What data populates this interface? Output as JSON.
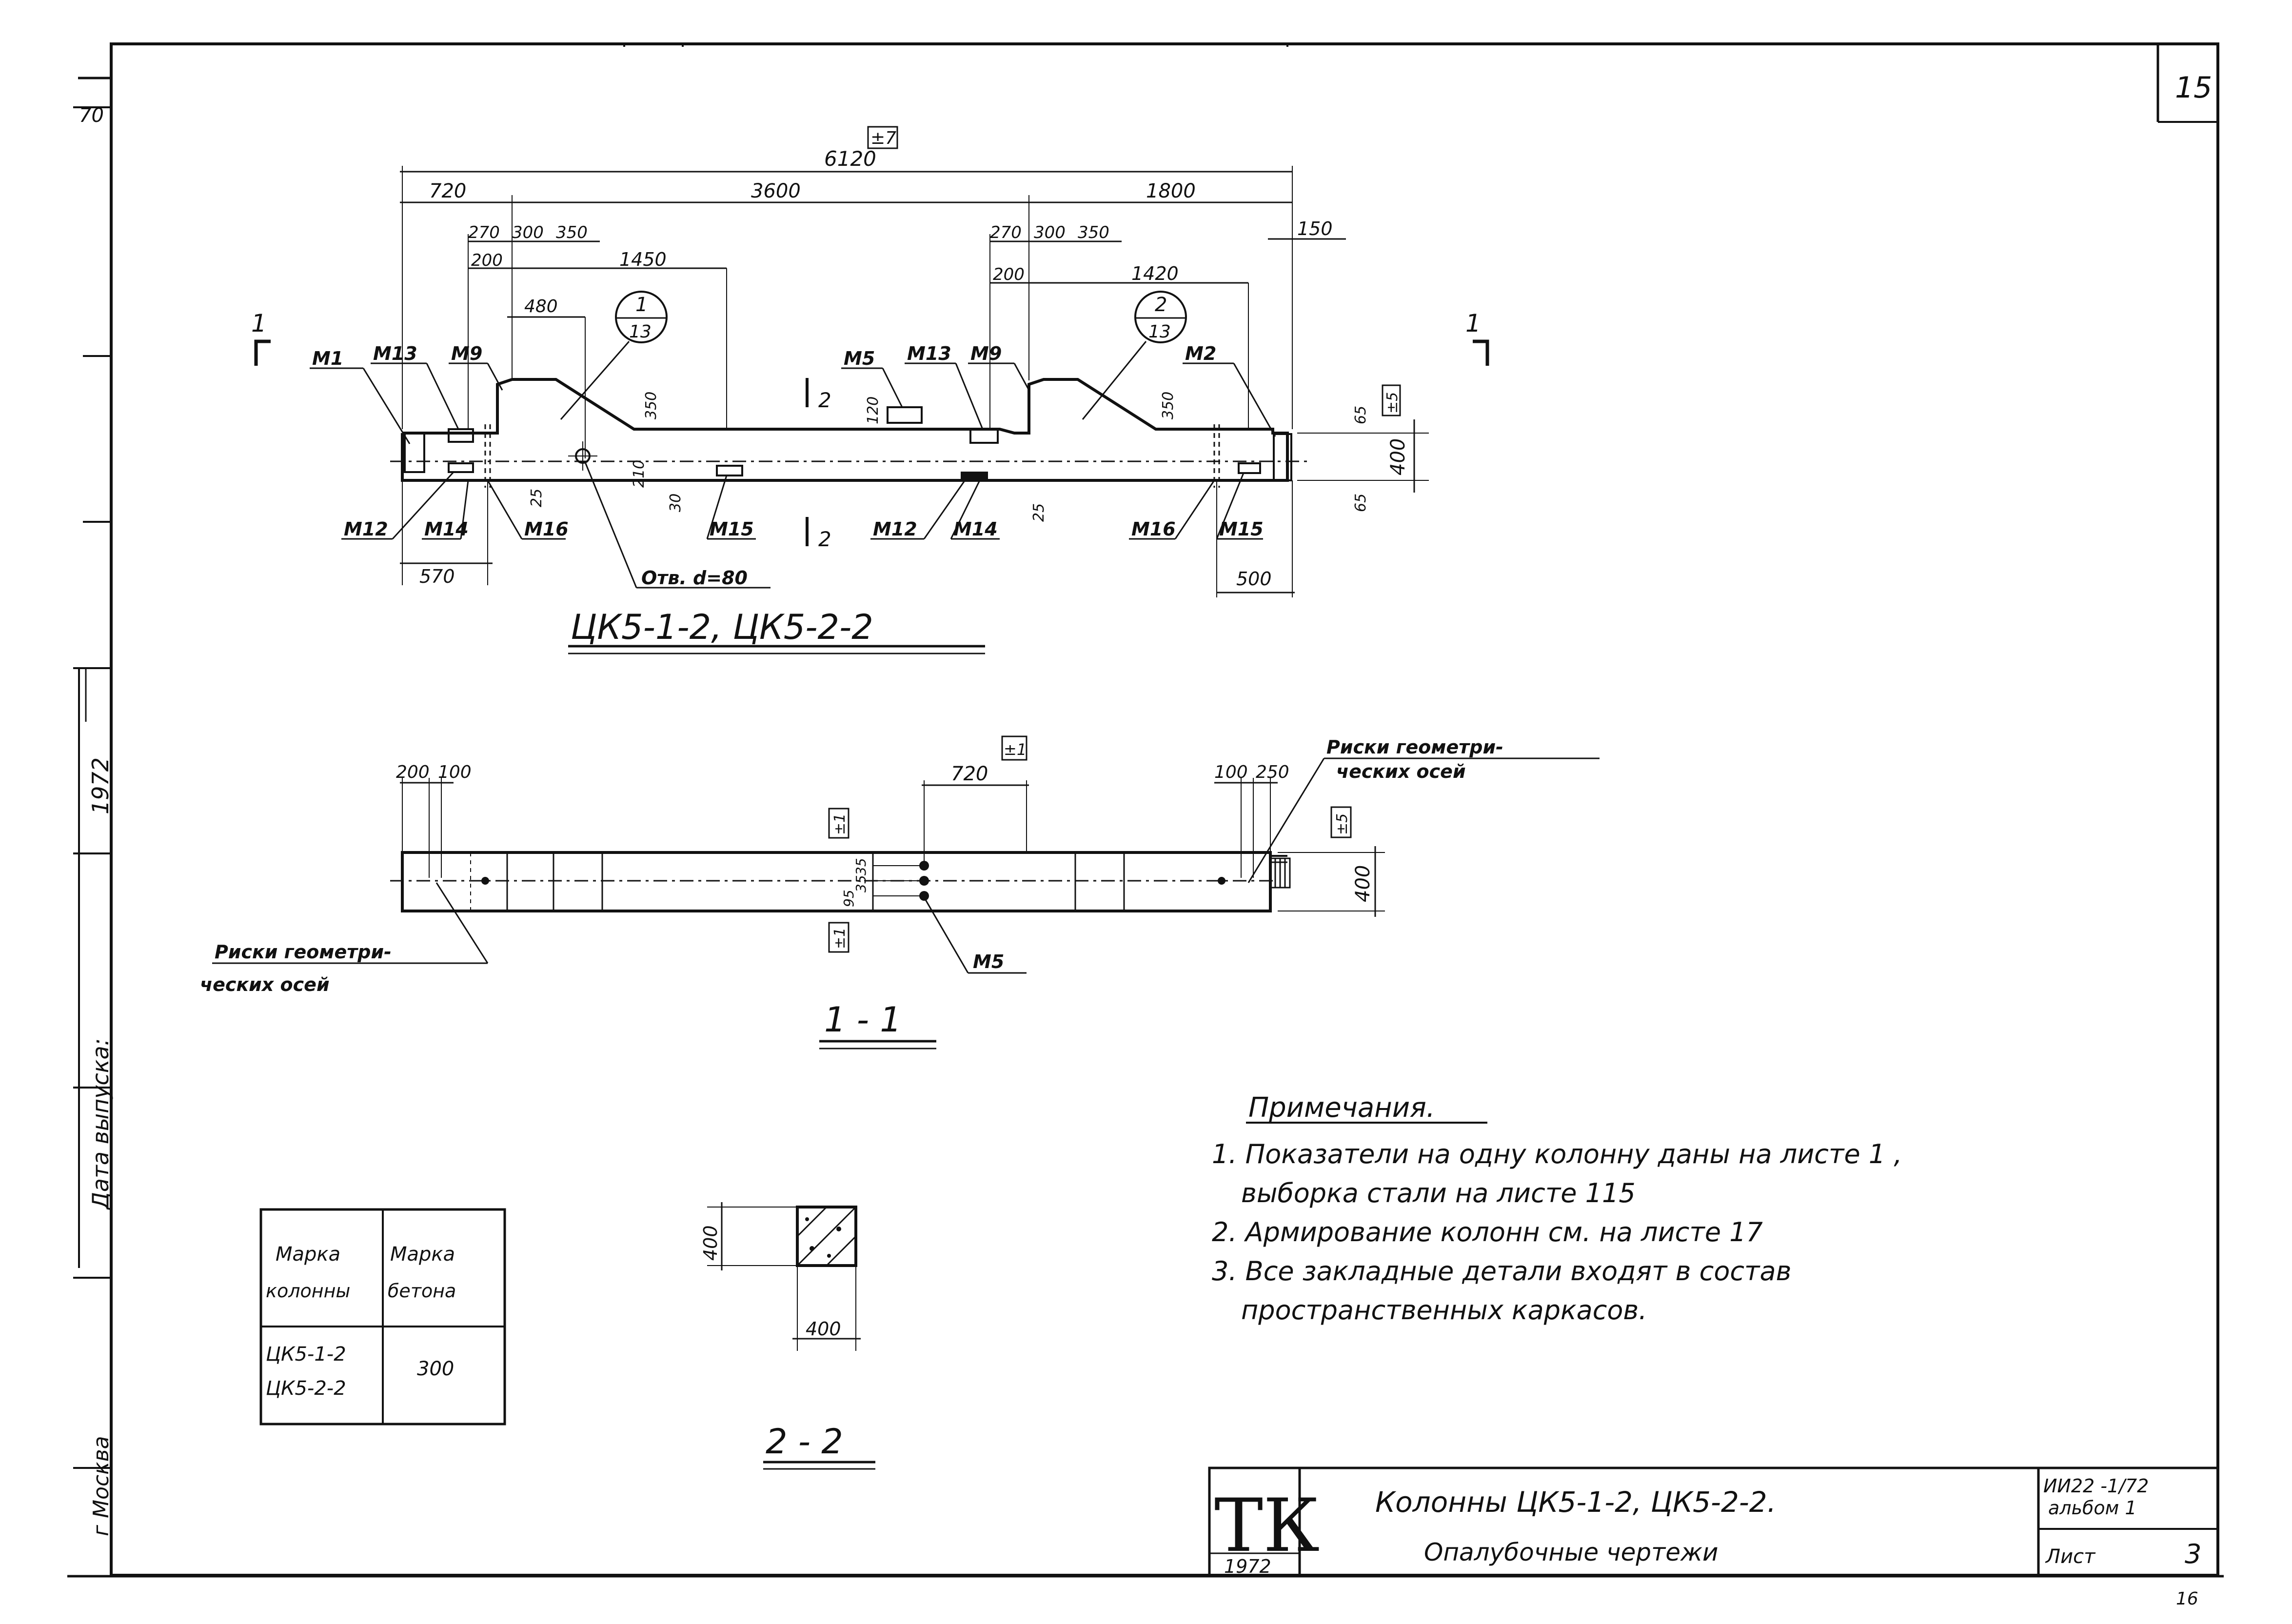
{
  "sheet_number": "15",
  "left_margin_texts": {
    "top_fragment": "70",
    "year": "1972",
    "release_date": "Дата выпуска:",
    "city": "г Москва"
  },
  "elevation": {
    "title": "ЦК5-1-2, ЦК5-2-2",
    "section_mark": "1",
    "section_mark_2": "2",
    "tolerance_length": "±7",
    "tolerance_height": "±5",
    "dims": {
      "overall": "6120",
      "seg_720": "720",
      "seg_3600": "3600",
      "seg_1800": "1800",
      "seg_150": "150",
      "d270a": "270",
      "d300a": "300",
      "d350a": "350",
      "d200a": "200",
      "d1450": "1450",
      "d480": "480",
      "d270b": "270",
      "d300b": "300",
      "d350b": "350",
      "d200b": "200",
      "d1420": "1420",
      "d350c": "350",
      "d350d": "350",
      "d120": "120",
      "d210": "210",
      "d30": "30",
      "d25a": "25",
      "d25b": "25",
      "d65a": "65",
      "d65b": "65",
      "d400": "400",
      "d570": "570",
      "d500": "500"
    },
    "detail_callouts": [
      {
        "num": "1",
        "sheet": "13"
      },
      {
        "num": "2",
        "sheet": "13"
      }
    ],
    "labels": {
      "m1": "М1",
      "m13a": "М13",
      "m9a": "М9",
      "m5": "М5",
      "m13b": "М13",
      "m9b": "М9",
      "m2": "М2",
      "m12a": "М12",
      "m14a": "М14",
      "m16a": "М16",
      "hole": "Отв. d=80",
      "m15a": "М15",
      "m12b": "М12",
      "m14b": "М14",
      "m16b": "М16",
      "m15b": "М15"
    }
  },
  "section_1_1": {
    "title": "1 - 1",
    "tolerance_top": "±1",
    "tolerance_mid_top": "±1",
    "tolerance_mid_bottom": "±1",
    "tolerance_right": "±5",
    "dims": {
      "d200": "200",
      "d100a": "100",
      "d720": "720",
      "d100b": "100",
      "d250": "250",
      "d35a": "35",
      "d35b": "35",
      "d95": "95",
      "d400": "400"
    },
    "label_m5": "М5",
    "axes_marks_left_1": "Риски геометри-",
    "axes_marks_left_2": "ческих осей",
    "axes_marks_right_1": "Риски геометри-",
    "axes_marks_right_2": "ческих осей"
  },
  "section_2_2": {
    "title": "2 - 2",
    "dim_height": "400",
    "dim_width": "400"
  },
  "marks_table": {
    "header_col1_line1": "Марка",
    "header_col1_line2": "колонны",
    "header_col2_line1": "Марка",
    "header_col2_line2": "бетона",
    "row_col1_line1": "ЦК5-1-2",
    "row_col1_line2": "ЦК5-2-2",
    "row_col2": "300"
  },
  "notes": {
    "heading": "Примечания.",
    "n1a": "1. Показатели на одну колонну даны на листе 1 ,",
    "n1b": "выборка стали на листе 115",
    "n2": "2. Армирование колонн см. на листе 17",
    "n3a": "3. Все закладные детали входят в состав",
    "n3b": "пространственных каркасов."
  },
  "title_block": {
    "logo": "ТК",
    "year": "1972",
    "title_line1": "Колонны ЦК5-1-2, ЦК5-2-2.",
    "title_line2": "Опалубочные чертежи",
    "code_line1": "ИИ22 -1/72",
    "code_line2": "альбом 1",
    "sheet_label": "Лист",
    "sheet_value": "3",
    "page_bottom": "16"
  }
}
